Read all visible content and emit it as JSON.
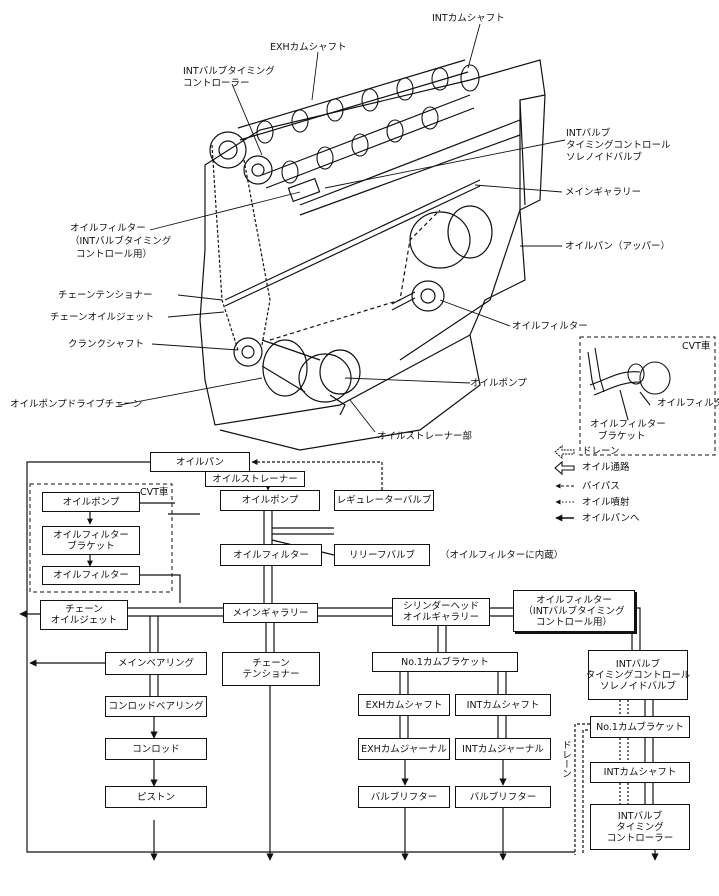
{
  "top_labels": {
    "int_cam": "INTカムシャフト",
    "exh_cam": "EXHカムシャフト",
    "int_vt_ctrl_1": "INTバルブタイミング",
    "int_vt_ctrl_2": "コントローラー",
    "int_solenoid_1": "INTバルブ",
    "int_solenoid_2": "タイミングコントロール",
    "int_solenoid_3": "ソレノイドバルブ",
    "main_gallery": "メインギャラリー",
    "oil_pan_upper": "オイルパン（アッパー）",
    "oil_filter_int_1": "オイルフィルター",
    "oil_filter_int_2": "（INTバルブタイミング",
    "oil_filter_int_3": "コントロール用）",
    "chain_tensioner": "チェーンテンショナー",
    "chain_oil_jet": "チェーンオイルジェット",
    "crankshaft": "クランクシャフト",
    "oil_pump_drive_chain": "オイルポンプドライブチェーン",
    "oil_filter": "オイルフィルター",
    "oil_pump": "オイルポンプ",
    "oil_strainer": "オイルストレーナー部",
    "cvt_title": "CVT車",
    "cvt_oil_filter": "オイルフィルター",
    "cvt_bracket_1": "オイルフィルター",
    "cvt_bracket_2": "ブラケット"
  },
  "legend": {
    "drain": "ドレーン",
    "oil_path": "オイル通路",
    "bypass": "バイパス",
    "oil_jet": "オイル噴射",
    "to_oil_pan": "オイルパンへ"
  },
  "flow": {
    "oil_pan": "オイルパン",
    "oil_strainer": "オイルストレーナー",
    "oil_pump": "オイルポンプ",
    "regulator_valve": "レギュレーターバルブ",
    "oil_filter": "オイルフィルター",
    "relief_valve": "リリーフバルブ",
    "relief_note": "（オイルフィルターに内蔵）",
    "cvt_title": "CVT車",
    "cvt_oil_pump": "オイルポンプ",
    "cvt_bracket_1": "オイルフィルター",
    "cvt_bracket_2": "ブラケット",
    "cvt_oil_filter": "オイルフィルター",
    "chain_jet_1": "チェーン",
    "chain_jet_2": "オイルジェット",
    "main_gallery": "メインギャラリー",
    "head_gallery_1": "シリンダーヘッド",
    "head_gallery_2": "オイルギャラリー",
    "int_filter_1": "オイルフィルター",
    "int_filter_2": "（INTバルブタイミング",
    "int_filter_3": "コントロール用）",
    "main_bearing": "メインベアリング",
    "chain_tensioner_1": "チェーン",
    "chain_tensioner_2": "テンショナー",
    "no1_cam_bracket": "No.1カムブラケット",
    "int_solenoid_1": "INTバルブ",
    "int_solenoid_2": "タイミングコントロール",
    "int_solenoid_3": "ソレノイドバルブ",
    "conrod_bearing": "コンロッドベアリング",
    "exh_cam": "EXHカムシャフト",
    "int_cam": "INTカムシャフト",
    "no1_cam_bracket_r": "No.1カムブラケット",
    "conrod": "コンロッド",
    "exh_journal": "EXHカムジャーナル",
    "int_journal": "INTカムジャーナル",
    "int_cam_r": "INTカムシャフト",
    "piston": "ピストン",
    "lifter_exh": "バルブリフター",
    "lifter_int": "バルブリフター",
    "int_vtc_1": "INTバルブ",
    "int_vtc_2": "タイミング",
    "int_vtc_3": "コントローラー",
    "drain_vertical": "ドレーン"
  }
}
